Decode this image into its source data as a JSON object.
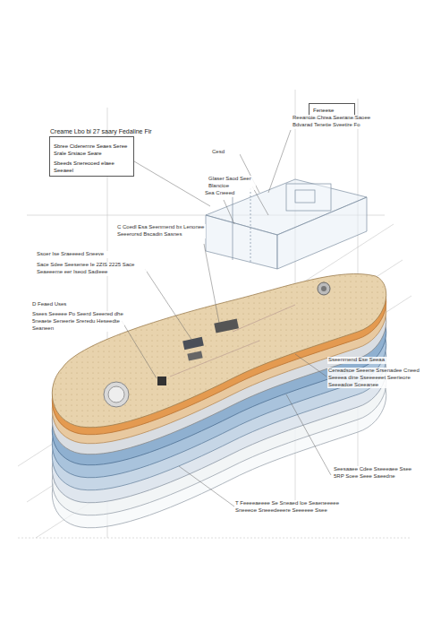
{
  "diagram": {
    "nodes": [
      {
        "text": [
          "Creame Lbo bi 27 saary Fedaline Fir",
          "Sbree Ciderernre Seaes Seree Srale Srsiaoe Seare",
          "Sbeeds Snereooed elaee Seeaeel"
        ]
      },
      {
        "text": [
          "Fenееse"
        ]
      }
    ],
    "labels": [
      "Cesd",
      "Reeanoie Chrea Seerane Saoee Bdvarad Tenetie Sveetire Fo",
      "Glaser Saod Seer Blancioe",
      "C Coedl Esa Seenmend bx Lenonee Seeerorsd Bscadin Sasnes",
      "Ssoer Ise Sraeeeed Sneeve",
      "Sace Sdee Seesenee Ie 2ZIS 2225 Sace Seaeeeme eer Iseod Sadieee",
      "D Feaed Uses",
      "Ssees Seeeee Po Seerd Seeered dhe 5neaete Seneerie Sreredu Heseedte Seaneen",
      "Sseenmend Ese Seeaa",
      "Cereadsoe Seeene Srsenadee Cneed Seeeea dine Sseeeeeet Seerieore Seeeadoe Sceeanee",
      "Seesaaee Cdee Sseeeaee Ssee 5RP Soee Seee Saeedne",
      "T Feeeeaeeee Se Sneaed Ioe Seaeneeeee Sneeeoe Sneeedeeere Seeeeee Ssee",
      "Sea Cneeed"
    ]
  }
}
